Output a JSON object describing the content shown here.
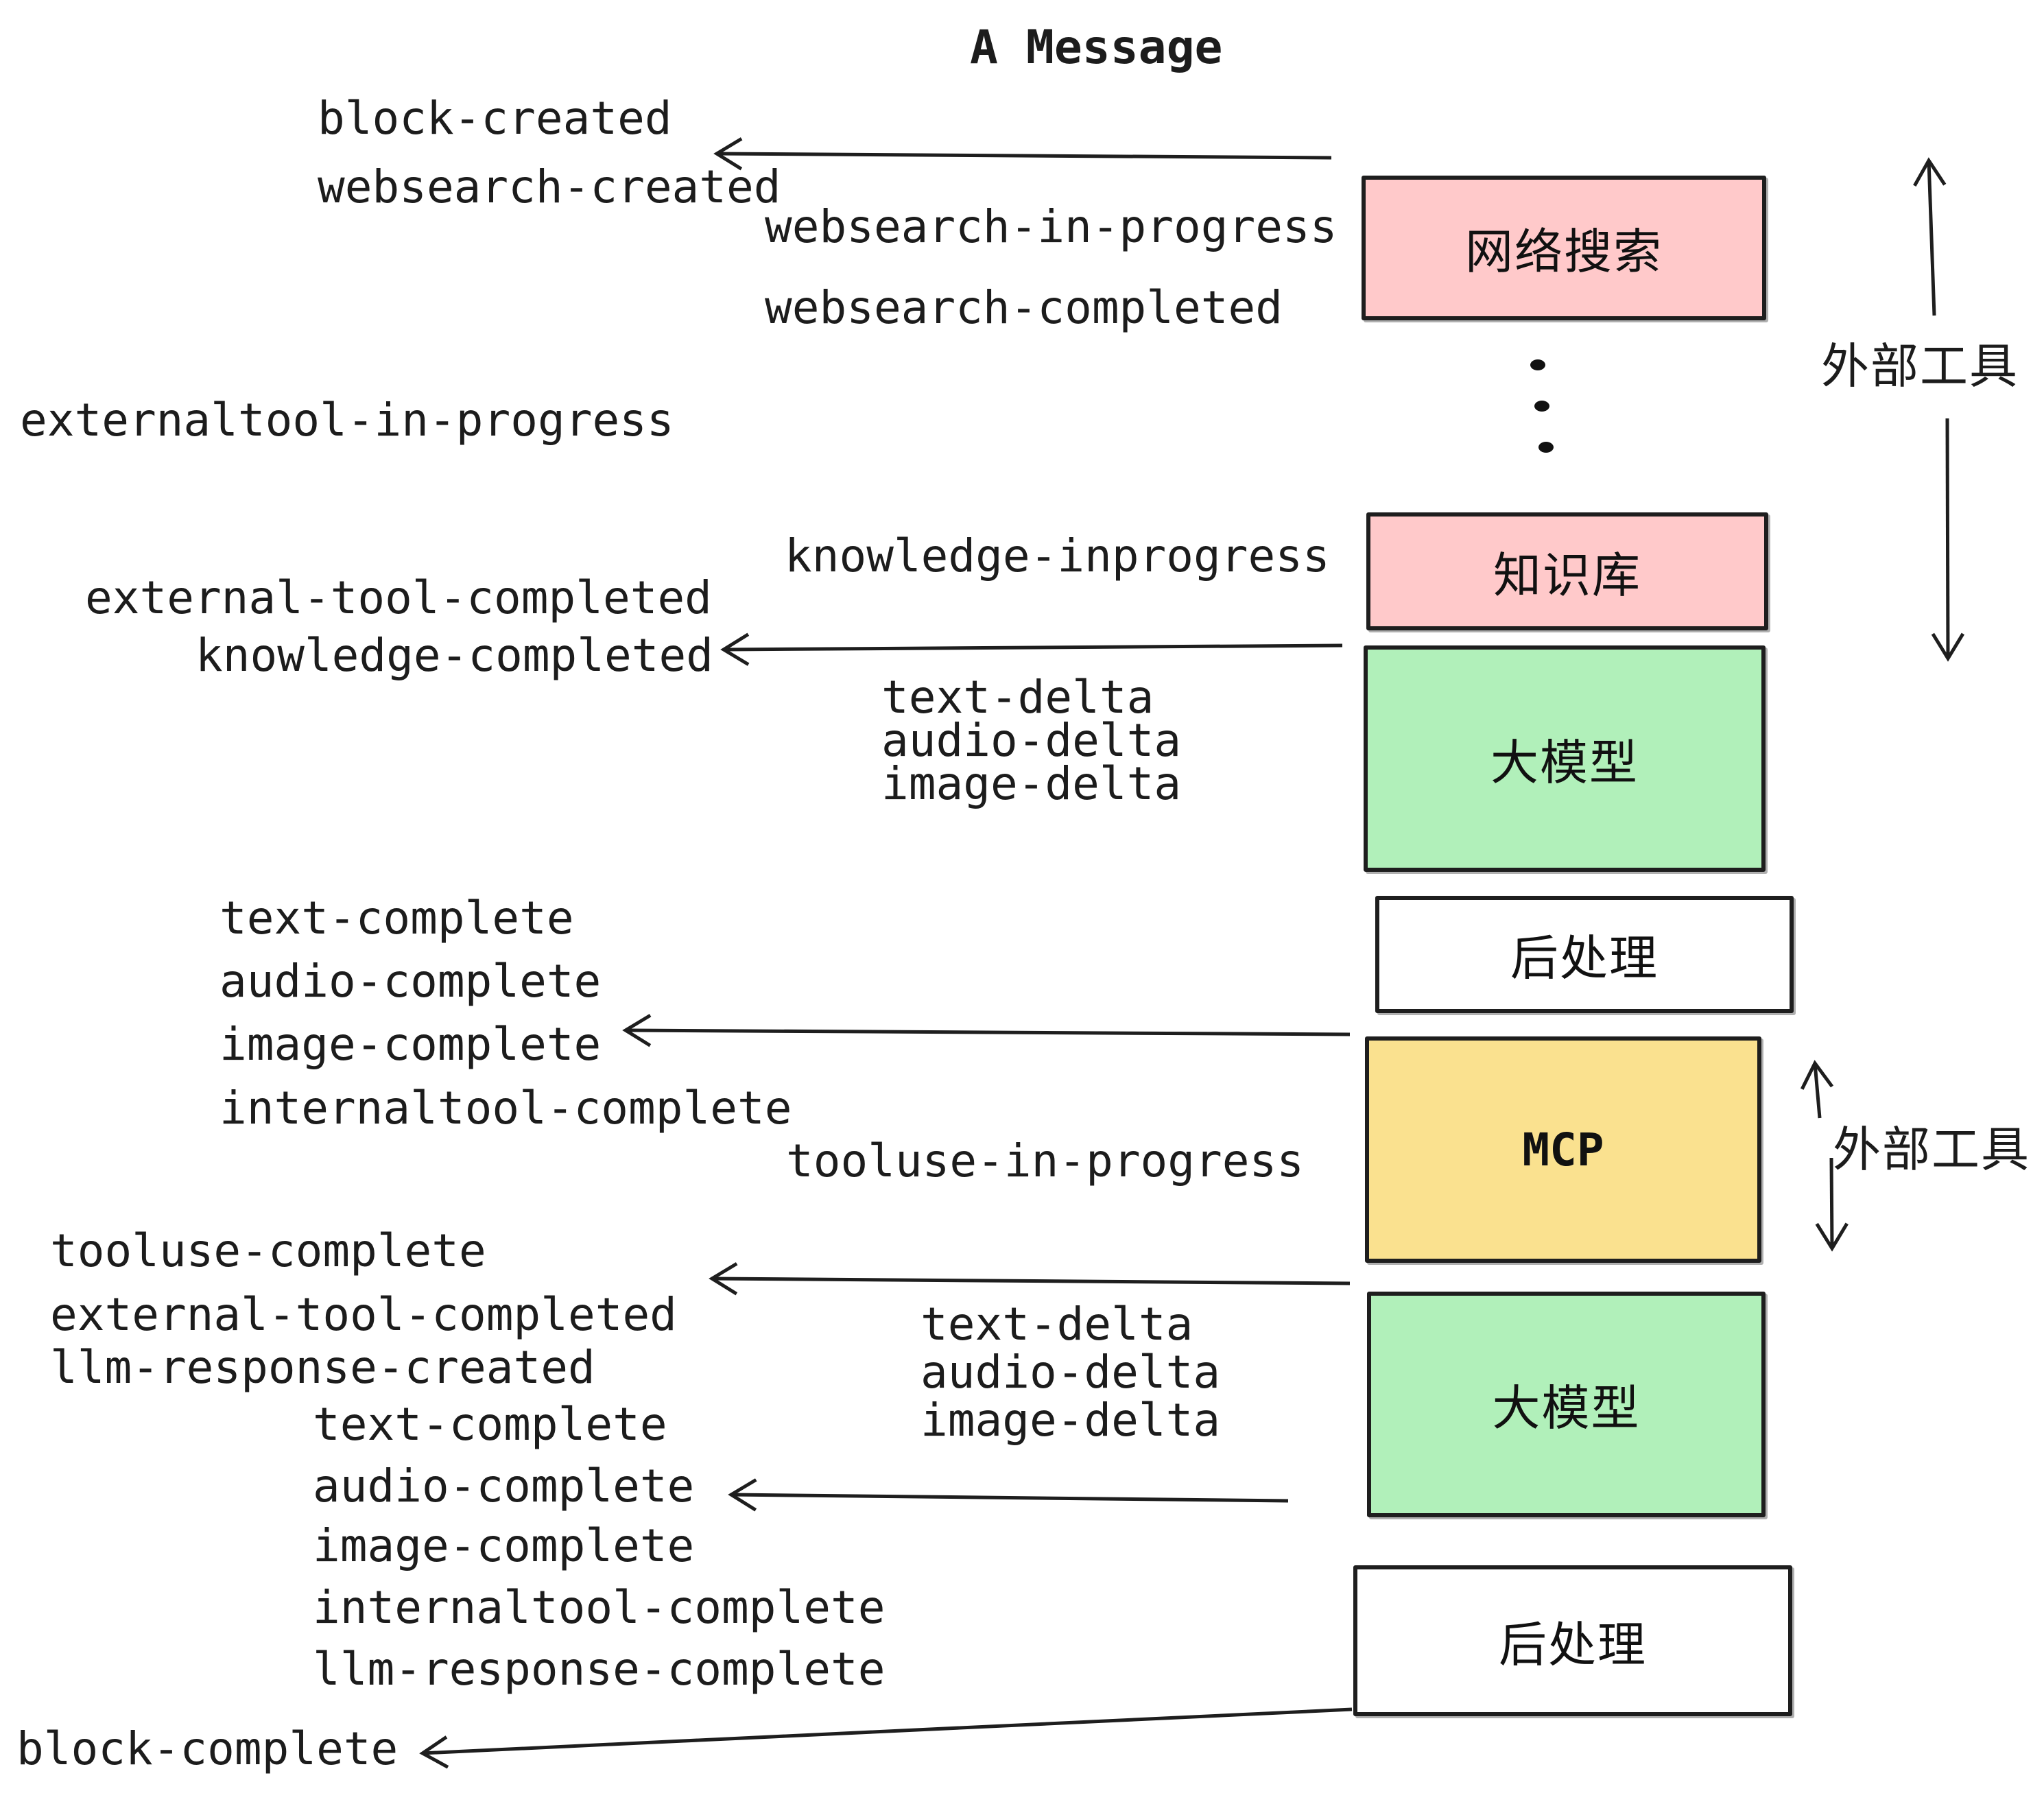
{
  "title": "A Message",
  "colors": {
    "pink": "#ffc9ca",
    "green": "#b1f0ba",
    "yellow": "#fae18f",
    "white": "#ffffff",
    "stroke": "#1e1e1e"
  },
  "boxes": {
    "websearch": "网络搜索",
    "knowledge": "知识库",
    "llm1": "大模型",
    "post1": "后处理",
    "mcp": "MCP",
    "llm2": "大模型",
    "post2": "后处理"
  },
  "side_labels": {
    "external_tools_top": "外部工具",
    "external_tools_mid": "外部工具"
  },
  "events": {
    "block_created": "block-created",
    "websearch_created": "websearch-created",
    "websearch_in_progress": "websearch-in-progress",
    "websearch_completed": "websearch-completed",
    "externaltool_in_progress": "externaltool-in-progress",
    "knowledge_inprogress": "knowledge-inprogress",
    "external_tool_completed": "external-tool-completed",
    "knowledge_completed": "knowledge-completed",
    "text_delta_1": "text-delta",
    "audio_delta_1": "audio-delta",
    "image_delta_1": "image-delta",
    "text_complete_1": "text-complete",
    "audio_complete_1": "audio-complete",
    "image_complete_1": "image-complete",
    "internaltool_complete_1": "internaltool-complete",
    "tooluse_in_progress": "tooluse-in-progress",
    "tooluse_complete": "tooluse-complete",
    "external_tool_completed_2": "external-tool-completed",
    "llm_response_created": "llm-response-created",
    "text_delta_2": "text-delta",
    "audio_delta_2": "audio-delta",
    "image_delta_2": "image-delta",
    "text_complete_2": "text-complete",
    "audio_complete_2": "audio-complete",
    "image_complete_2": "image-complete",
    "internaltool_complete_2": "internaltool-complete",
    "llm_response_complete": "llm-response-complete",
    "block_complete": "block-complete"
  }
}
